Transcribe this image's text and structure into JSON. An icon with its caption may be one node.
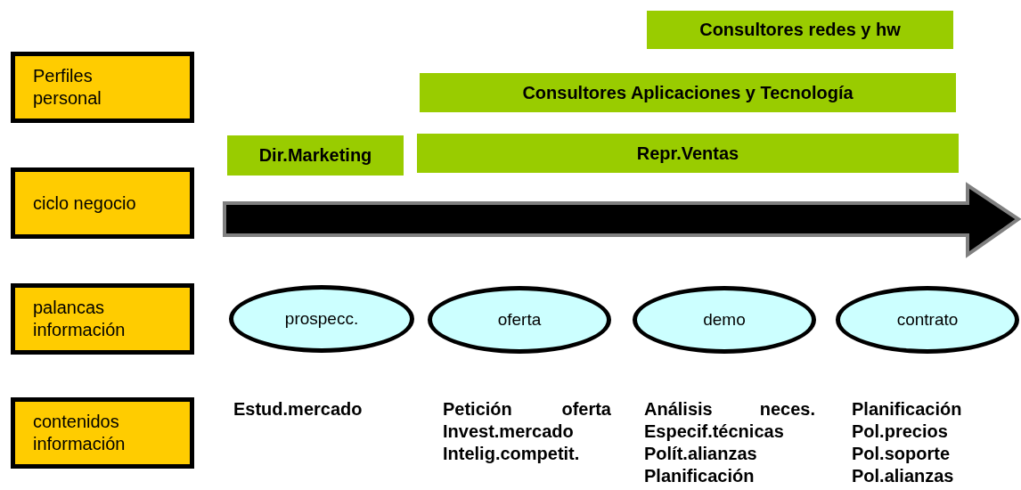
{
  "diagram": {
    "nodes": [
      {
        "text": [
          "Perfiles personal"
        ]
      },
      {
        "text": [
          "ciclo negocio"
        ]
      },
      {
        "text": [
          "palancas información"
        ]
      },
      {
        "text": [
          "contenidos información"
        ]
      },
      {
        "text": [
          "Consultores redes y hw"
        ]
      },
      {
        "text": [
          "Consultores Aplicaciones y Tecnología"
        ]
      },
      {
        "text": [
          "Dir.Marketing"
        ]
      },
      {
        "text": [
          "Repr.Ventas"
        ]
      },
      {
        "text": [
          "prospecc."
        ]
      },
      {
        "text": [
          "oferta"
        ]
      },
      {
        "text": [
          "demo"
        ]
      },
      {
        "text": [
          "contrato"
        ]
      }
    ],
    "labels": [
      "Estud.mercado",
      "Petición oferta",
      "Invest.mercado",
      "Intelig.competit.",
      "Análisis neces.",
      "Especif.técnicas",
      "Polít.alianzas",
      "Planificación",
      "Planificación",
      "Pol.precios",
      "Pol.soporte",
      "Pol.alianzas"
    ]
  }
}
